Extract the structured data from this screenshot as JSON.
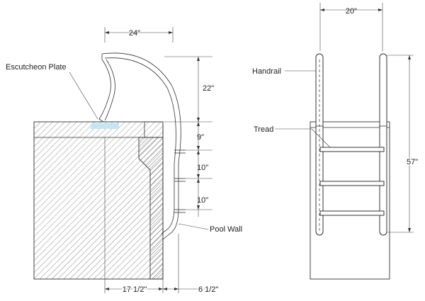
{
  "side_view": {
    "labels": {
      "escutcheon": "Escutcheon Plate",
      "pool_wall": "Pool Wall"
    },
    "dimensions": {
      "top_width": "24\"",
      "rail_height": "22\"",
      "step_1": "9\"",
      "step_2": "10\"",
      "step_3": "10\"",
      "bottom_left": "17 1/2\"",
      "bottom_right": "6 1/2\""
    }
  },
  "front_view": {
    "labels": {
      "handrail": "Handrail",
      "tread": "Tread"
    },
    "dimensions": {
      "top_width": "20\"",
      "height": "57\""
    }
  },
  "colors": {
    "line": "#333333",
    "hatch": "#888888",
    "escutcheon_highlight": "#bfe3f2"
  }
}
